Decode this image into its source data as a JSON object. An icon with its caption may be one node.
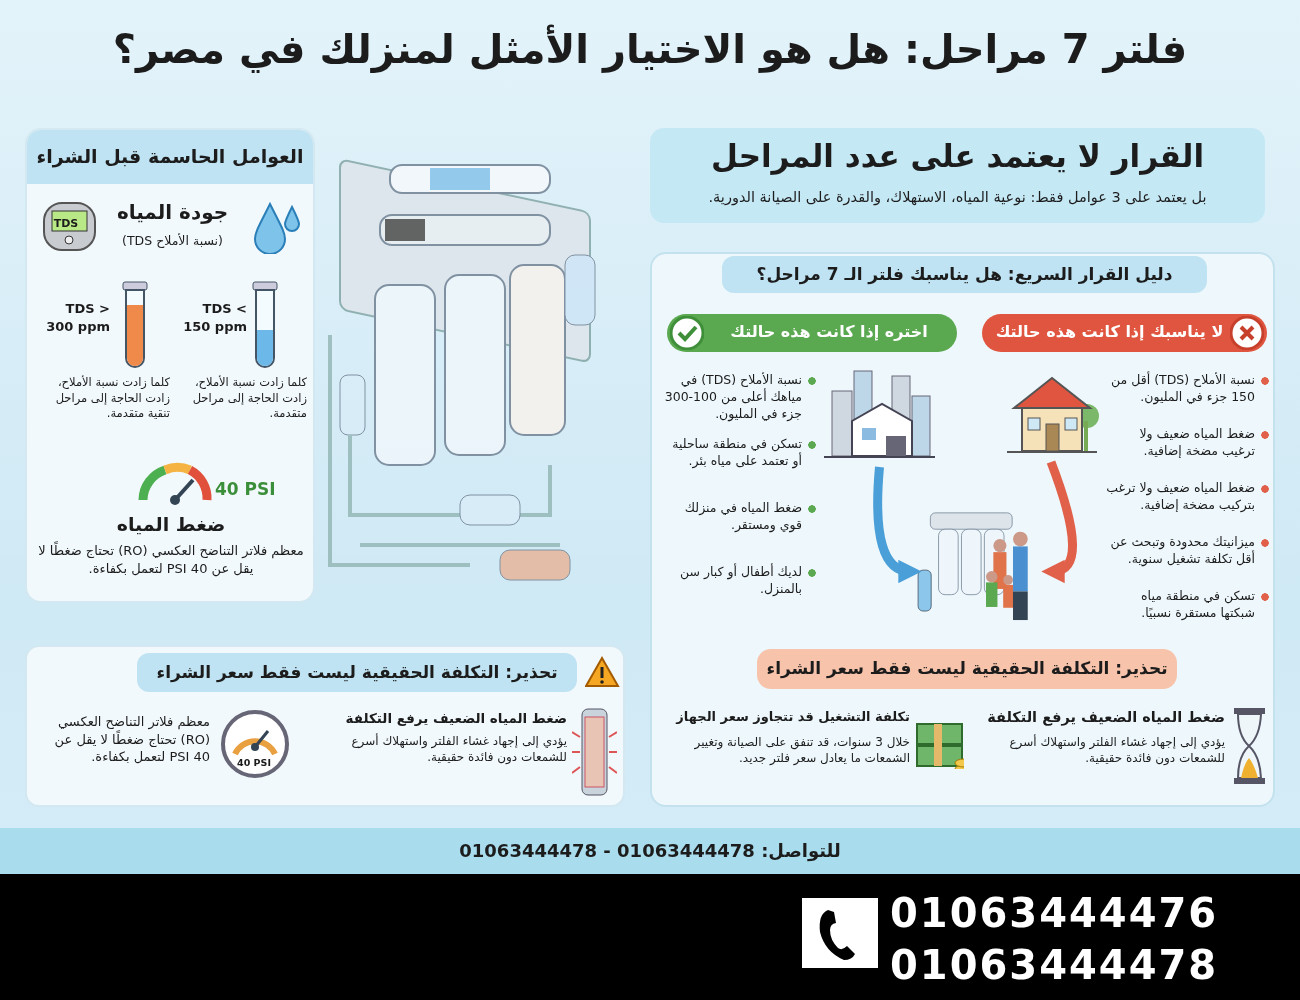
{
  "diagram": {
    "title": "فلتر 7 مراحل: هل هو الاختيار الأمثل لمنزلك في مصر؟",
    "nodes": [
      {
        "text": [
          "العوامل الحاسمة قبل الشراء"
        ]
      },
      {
        "text": [
          "جودة المياه",
          "(نسبة الأملاح TDS)"
        ],
        "in": 0
      },
      {
        "text": [
          "TDS < 150 ppm",
          "كلما زادت نسبة الأملاح، زادت الحاجة إلى مراحل متقدمة."
        ],
        "in": 0
      },
      {
        "text": [
          "TDS > 300 ppm",
          "كلما زادت نسبة الأملاح، زادت الحاجة إلى مراحل تنقية متقدمة."
        ],
        "in": 0
      },
      {
        "text": [
          "40 PSI",
          "ضغط المياه",
          "معظم فلاتر التناضح العكسي (RO) تحتاج ضغطًا لا يقل عن 40 PSI لتعمل بكفاءة."
        ],
        "in": 0
      },
      {
        "text": [
          "القرار لا يعتمد على عدد المراحل",
          "بل يعتمد على 3 عوامل فقط: نوعية المياه، الاستهلاك، والقدرة على الصيانة الدورية."
        ]
      },
      {
        "text": [
          "دليل القرار السريع: هل يناسبك فلتر الـ 7 مراحل؟"
        ]
      },
      {
        "text": [
          "لا يناسبك إذا كانت هذه حالتك"
        ],
        "in": 6
      },
      {
        "text": [
          "نسبة الأملاح (TDS) أقل من 150 جزء في المليون.",
          "ضغط المياه ضعيف ولا ترغيب مضخة إضافية.",
          "ضغط المياه ضعيف ولا ترغب بتركيب مضخة إضافية.",
          "ميزانيتك محدودة وتبحث عن أقل تكلفة تشغيل سنوية.",
          "تسكن في منطقة مياه شبكتها مستقرة نسبيًا."
        ],
        "in": 6
      },
      {
        "text": [
          "اختره إذا كانت هذه حالتك"
        ],
        "in": 6
      },
      {
        "text": [
          "نسبة الأملاح (TDS) في مياهك أعلى من 100-300 جزء في المليون.",
          "تسكن في منطقة ساحلية أو تعتمد على مياه بئر.",
          "ضغط المياه في منزلك قوي ومستقر.",
          "لديك أطفال أو كبار سن بالمنزل."
        ],
        "in": 6
      },
      {
        "text": [],
        "shape": "picture",
        "in": 6
      },
      {
        "text": [],
        "shape": "picture",
        "in": 6
      },
      {
        "text": [],
        "shape": "picture",
        "in": 6
      },
      {
        "text": [
          "تحذير: التكلفة الحقيقية ليست فقط سعر الشراء"
        ],
        "in": 6
      },
      {
        "text": [
          "ضغط المياه الضعيف يرفع التكلفة",
          "يؤدي إلى إجهاد غشاء الفلتر واستهلاك أسرع للشمعات دون فائدة حقيقية."
        ],
        "in": 6
      },
      {
        "text": [
          "تكلفة التشغيل قد تتجاوز سعر الجهاز",
          "خلال 3 سنوات، قد تنفق على الصيانة وتغيير الشمعات ما يعادل سعر فلتر جديد."
        ],
        "in": 6
      },
      {
        "text": [
          "تحذير: التكلفة الحقيقية ليست فقط سعر الشراء"
        ]
      },
      {
        "text": [
          "ضغط المياه الضعيف يرفع التكلفة",
          "يؤدي إلى إجهاد غشاء الفلتر واستهلاك أسرع للشمعات دون فائدة حقيقية."
        ],
        "in": 17
      },
      {
        "text": [
          "معظم فلاتر التناضح العكسي (RO) تحتاج ضغطًا لا يقل عن 40 PSI لتعمل بكفاءة."
        ],
        "in": 17
      },
      {
        "text": [
          "للتواصل: 01063444478 - 01063444478"
        ]
      },
      {
        "text": [
          "01063444476",
          "01063444478"
        ]
      }
    ],
    "edges": [
      {
        "from": 12,
        "to": 13,
        "arrow": "to",
        "color": "#4a9fd8"
      },
      {
        "from": 11,
        "to": 13,
        "arrow": "to",
        "color": "#e0604a"
      }
    ],
    "labels": [
      "TDS",
      "40 PSI"
    ]
  }
}
